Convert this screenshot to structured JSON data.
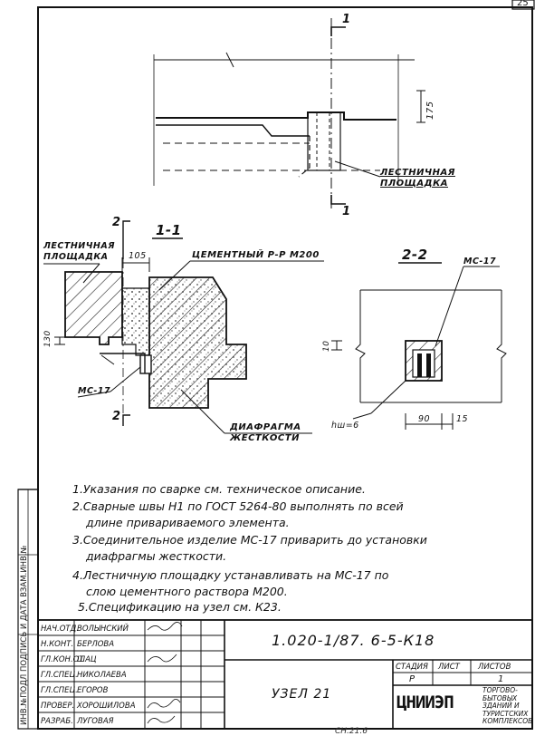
{
  "sheet_number": "25",
  "sections": {
    "cut_1": "1",
    "section_1_1": "1-1",
    "section_2_2": "2-2",
    "section_2_mark": "2"
  },
  "labels": {
    "stair_platform_top": "ЛЕСТНИЧНАЯ\nПЛОЩАДКА",
    "stair_platform_left": "ЛЕСТНИЧНАЯ\nПЛОЩАДКА",
    "cement_mortar": "ЦЕМЕНТНЫЙ Р-Р М200",
    "diaphragm": "ДИАФРАГМА\nЖЕСТКОСТИ",
    "mc17_left": "МС-17",
    "mc17_right": "МС-17"
  },
  "dimensions": {
    "d175": "175",
    "d105": "105",
    "d130": "130",
    "d10": "10",
    "d90": "90",
    "d15": "15",
    "weld": "hш=6"
  },
  "notes": [
    "1.Указания по сварке см. техническое описание.",
    "2.Сварные швы Н1 по ГОСТ 5264-80 выполнять по всей",
    "длине привариваемого элемента.",
    "3.Соединительное изделие МС-17 приварить до установки",
    "диафрагмы жесткости.",
    "4.Лестничную площадку устанавливать на МС-17 по",
    "слою цементного раствора М200.",
    "5.Спецификацию на узел см. К23."
  ],
  "side_stamp": "ИНВ.№ПОДЛ ПОДПИСЬ И ДАТА ВЗАМ.ИНВ.№",
  "title_block": {
    "doc_code": "1.020-1/87. 6-5-К18",
    "title": "УЗЕЛ 21",
    "stage_header": "СТАДИЯ",
    "sheet_header": "ЛИСТ",
    "sheets_header": "ЛИСТОВ",
    "stage": "Р",
    "sheet": "",
    "sheets": "1",
    "org": "ЦНИИЭП",
    "org_desc": "ТОРГОВО-\nБЫТОВЫХ\nЗДАНИЙ И\nТУРИСТСКИХ\nКОМПЛЕКСОВ",
    "roles": [
      {
        "role": "НАЧ.ОТД.",
        "name": "ВОЛЫНСКИЙ"
      },
      {
        "role": "Н.КОНТ.",
        "name": "БЕРЛОВА"
      },
      {
        "role": "ГЛ.КОН.ОТ",
        "name": "ШАЦ"
      },
      {
        "role": "ГЛ.СПЕЦ.",
        "name": "НИКОЛАЕВА"
      },
      {
        "role": "ГЛ.СПЕЦ.",
        "name": "ЕГОРОВ"
      },
      {
        "role": "ПРОВЕР.",
        "name": "ХОРОШИЛОВА"
      },
      {
        "role": "РАЗРАБ.",
        "name": "ЛУГОВАЯ"
      }
    ]
  },
  "footer_scribble": "СН.21.6"
}
